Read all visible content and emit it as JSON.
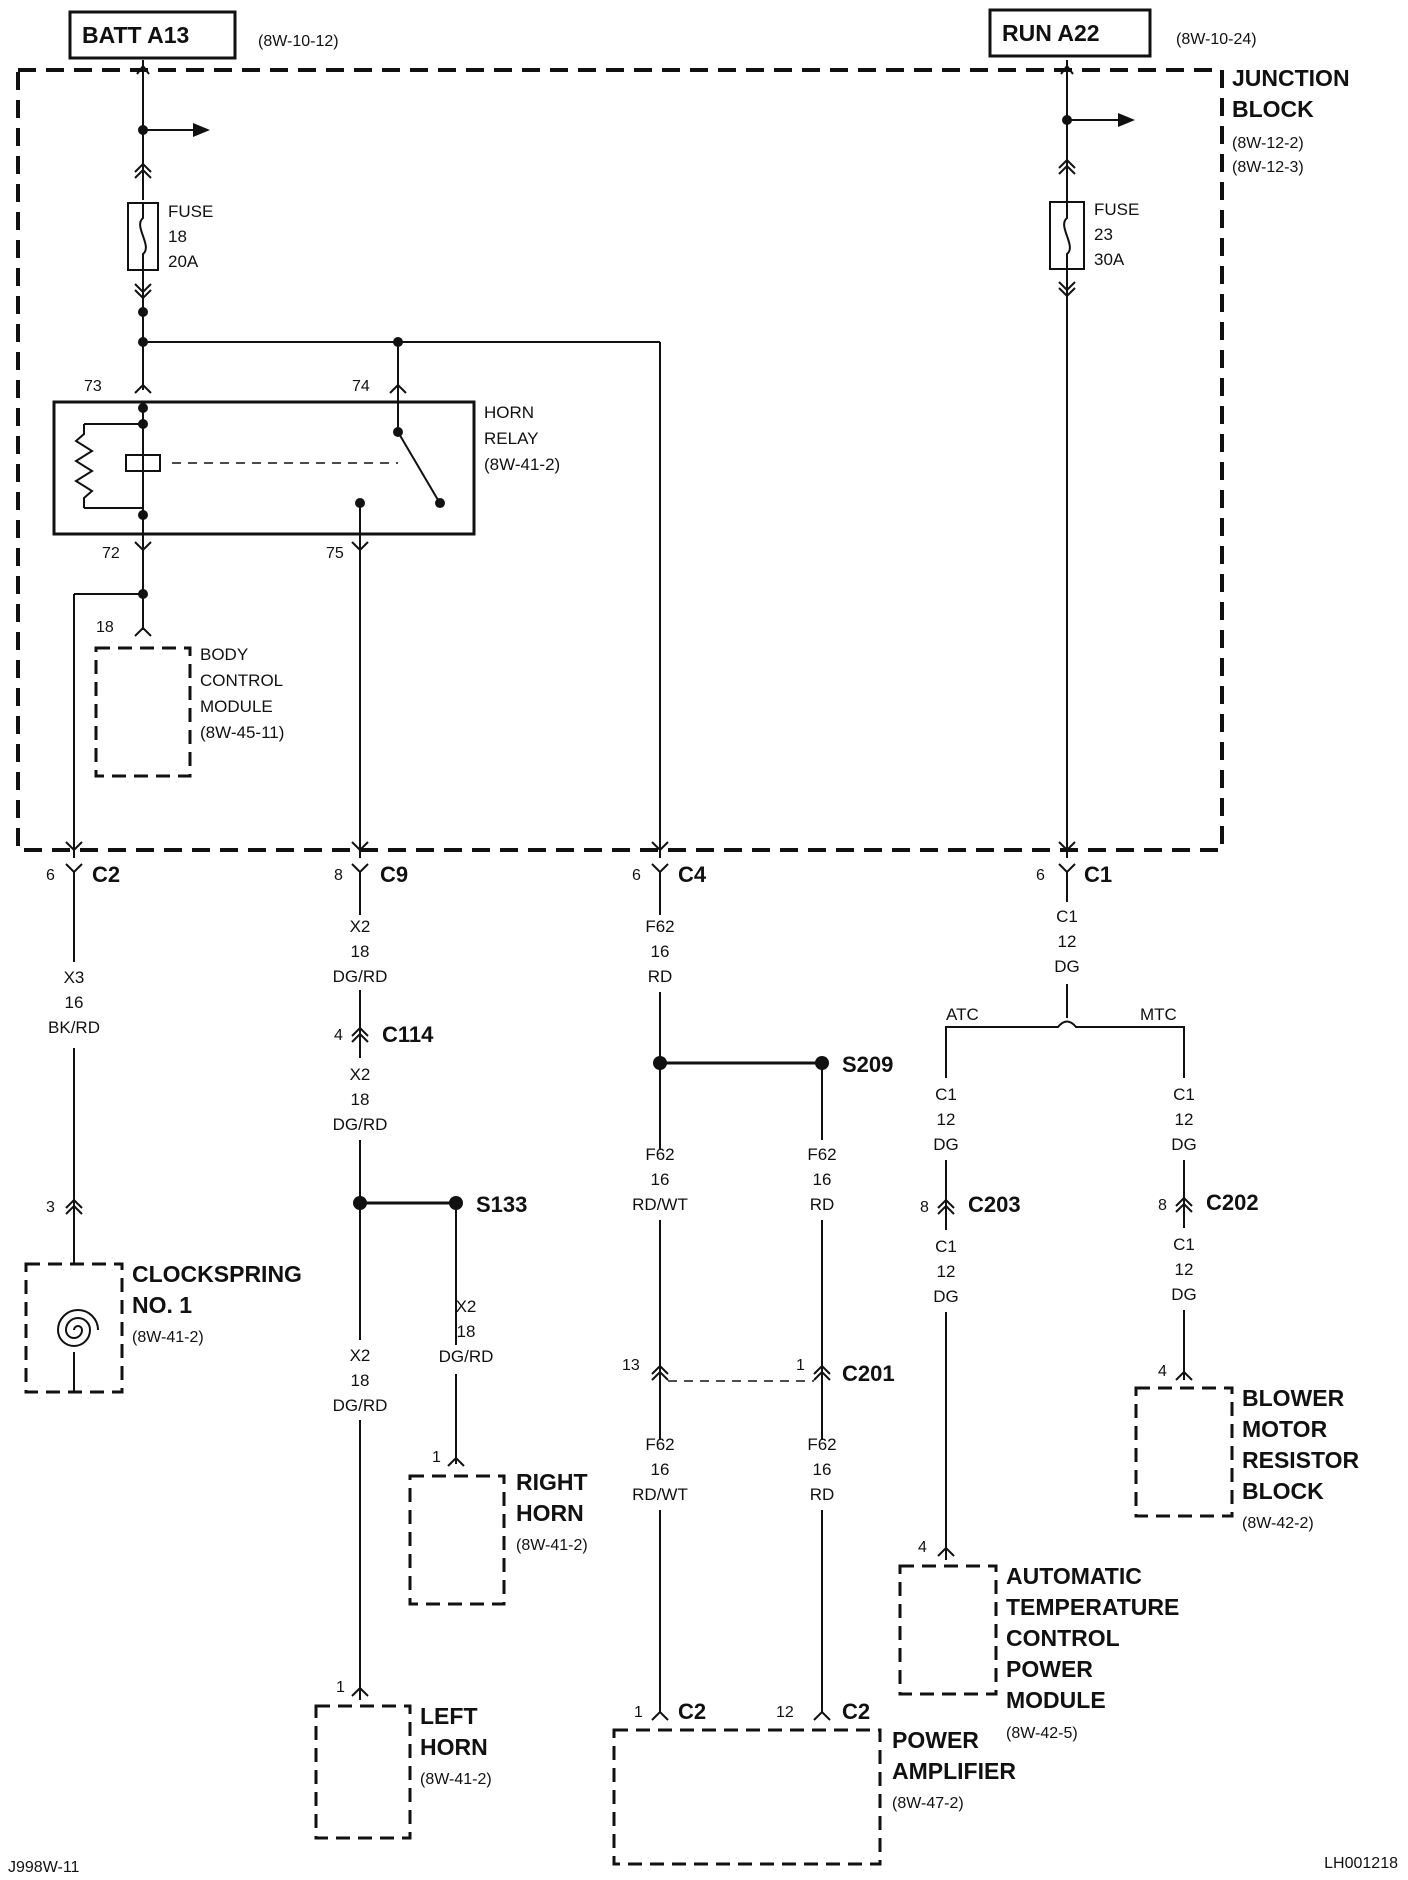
{
  "sources": {
    "batt": {
      "label": "BATT A13",
      "ref": "(8W-10-12)"
    },
    "run": {
      "label": "RUN A22",
      "ref": "(8W-10-24)"
    }
  },
  "junction_block": {
    "line1": "JUNCTION",
    "line2": "BLOCK",
    "ref1": "(8W-12-2)",
    "ref2": "(8W-12-3)"
  },
  "fuse18": {
    "l1": "FUSE",
    "l2": "18",
    "l3": "20A"
  },
  "fuse23": {
    "l1": "FUSE",
    "l2": "23",
    "l3": "30A"
  },
  "horn_relay": {
    "l1": "HORN",
    "l2": "RELAY",
    "ref": "(8W-41-2)",
    "pin73": "73",
    "pin74": "74",
    "pin72": "72",
    "pin75": "75"
  },
  "bcm": {
    "pin": "18",
    "l1": "BODY",
    "l2": "CONTROL",
    "l3": "MODULE",
    "ref": "(8W-45-11)"
  },
  "connectors": {
    "c2": {
      "pin": "6",
      "name": "C2"
    },
    "c9": {
      "pin": "8",
      "name": "C9"
    },
    "c4": {
      "pin": "6",
      "name": "C4"
    },
    "c1": {
      "pin": "6",
      "name": "C1"
    },
    "c114": {
      "pin": "4",
      "name": "C114"
    },
    "c203": {
      "pin": "8",
      "name": "C203"
    },
    "c202": {
      "pin": "8",
      "name": "C202"
    },
    "c201a": {
      "pin": "13"
    },
    "c201b": {
      "pin": "1",
      "name": "C201"
    }
  },
  "wires": {
    "x3": {
      "l1": "X3",
      "l2": "16",
      "l3": "BK/RD"
    },
    "x2a": {
      "l1": "X2",
      "l2": "18",
      "l3": "DG/RD"
    },
    "x2b": {
      "l1": "X2",
      "l2": "18",
      "l3": "DG/RD"
    },
    "x2c": {
      "l1": "X2",
      "l2": "18",
      "l3": "DG/RD"
    },
    "x2d": {
      "l1": "X2",
      "l2": "18",
      "l3": "DG/RD"
    },
    "f62a": {
      "l1": "F62",
      "l2": "16",
      "l3": "RD"
    },
    "f62b": {
      "l1": "F62",
      "l2": "16",
      "l3": "RD/WT"
    },
    "f62c": {
      "l1": "F62",
      "l2": "16",
      "l3": "RD"
    },
    "f62d": {
      "l1": "F62",
      "l2": "16",
      "l3": "RD/WT"
    },
    "f62e": {
      "l1": "F62",
      "l2": "16",
      "l3": "RD"
    },
    "c1a": {
      "l1": "C1",
      "l2": "12",
      "l3": "DG"
    },
    "c1b": {
      "l1": "C1",
      "l2": "12",
      "l3": "DG"
    },
    "c1c": {
      "l1": "C1",
      "l2": "12",
      "l3": "DG"
    },
    "c1d": {
      "l1": "C1",
      "l2": "12",
      "l3": "DG"
    },
    "c1e": {
      "l1": "C1",
      "l2": "12",
      "l3": "DG"
    }
  },
  "branches": {
    "atc": "ATC",
    "mtc": "MTC"
  },
  "splices": {
    "s209": "S209",
    "s133": "S133"
  },
  "components": {
    "clockspring": {
      "pin": "3",
      "l1": "CLOCKSPRING",
      "l2": "NO. 1",
      "ref": "(8W-41-2)"
    },
    "right_horn": {
      "pin": "1",
      "l1": "RIGHT",
      "l2": "HORN",
      "ref": "(8W-41-2)"
    },
    "left_horn": {
      "pin": "1",
      "l1": "LEFT",
      "l2": "HORN",
      "ref": "(8W-41-2)"
    },
    "blower": {
      "pin": "4",
      "l1": "BLOWER",
      "l2": "MOTOR",
      "l3": "RESISTOR",
      "l4": "BLOCK",
      "ref": "(8W-42-2)"
    },
    "atc_module": {
      "pin": "4",
      "l1": "AUTOMATIC",
      "l2": "TEMPERATURE",
      "l3": "CONTROL",
      "l4": "POWER",
      "l5": "MODULE",
      "ref": "(8W-42-5)"
    },
    "power_amp": {
      "pin1": "1",
      "pin1_conn": "C2",
      "pin12": "12",
      "pin12_conn": "C2",
      "l1": "POWER",
      "l2": "AMPLIFIER",
      "ref": "(8W-47-2)"
    }
  },
  "footer": {
    "left": "J998W-11",
    "right": "LH001218"
  }
}
